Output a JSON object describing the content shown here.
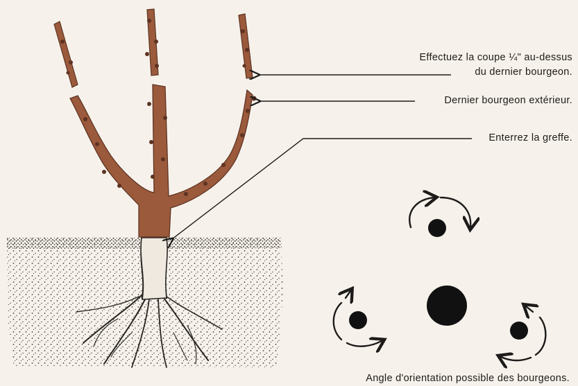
{
  "annotations": {
    "cut_line1": "Effectuez la coupe ¼\" au-dessus",
    "cut_line2": "du dernier bourgeon.",
    "outer_bud": "Dernier bourgeon extérieur.",
    "graft": "Enterrez la greffe.",
    "bud_angle_caption": "Angle d'orientation possible des bourgeons."
  },
  "colors": {
    "bark": "#9b5a3c",
    "bark_dark": "#5e3322",
    "soil_stipple": "#2a2623",
    "ink": "#1d1b1a",
    "background": "#f6f2eb"
  }
}
